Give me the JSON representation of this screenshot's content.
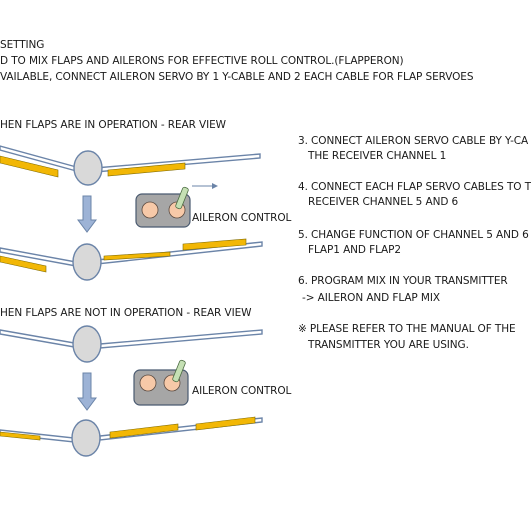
{
  "header": {
    "line1": "SETTING",
    "line2": "D TO MIX FLAPS AND AILERONS FOR EFFECTIVE ROLL CONTROL.(FLAPPERON)",
    "line3": "VAILABLE, CONNECT AILERON SERVO BY 1 Y-CABLE AND 2 EACH CABLE FOR FLAP SERVOES"
  },
  "sections": {
    "flaps_on": "HEN FLAPS ARE IN OPERATION - REAR VIEW",
    "flaps_off": "HEN FLAPS ARE NOT IN OPERATION - REAR VIEW"
  },
  "labels": {
    "aileron_control_top": "AILERON CONTROL",
    "aileron_control_bottom": "AILERON CONTROL"
  },
  "instructions": {
    "step3_a": "3. CONNECT AILERON SERVO CABLE BY Y-CA",
    "step3_b": "THE RECEIVER CHANNEL 1",
    "step4_a": "4. CONNECT EACH FLAP SERVO CABLES TO T",
    "step4_b": "RECEIVER CHANNEL 5 AND 6",
    "step5_a": "5. CHANGE FUNCTION OF CHANNEL 5 AND 6",
    "step5_b": "FLAP1 AND FLAP2",
    "step6_a": "6. PROGRAM MIX IN YOUR TRANSMITTER",
    "step6_b": "-> AILERON AND FLAP MIX",
    "note_a": "※ PLEASE REFER TO THE MANUAL OF THE",
    "note_b": "TRANSMITTER YOU ARE USING."
  },
  "colors": {
    "wing_stroke": "#6b84a8",
    "flap_fill": "#f2b705",
    "fuselage_fill": "#d9d9d9",
    "box_fill": "#a6a6a6",
    "gimbal_fill": "#f7c9a8",
    "stick_fill": "#c5e0b4",
    "arrow_fill": "#9db3d6"
  }
}
